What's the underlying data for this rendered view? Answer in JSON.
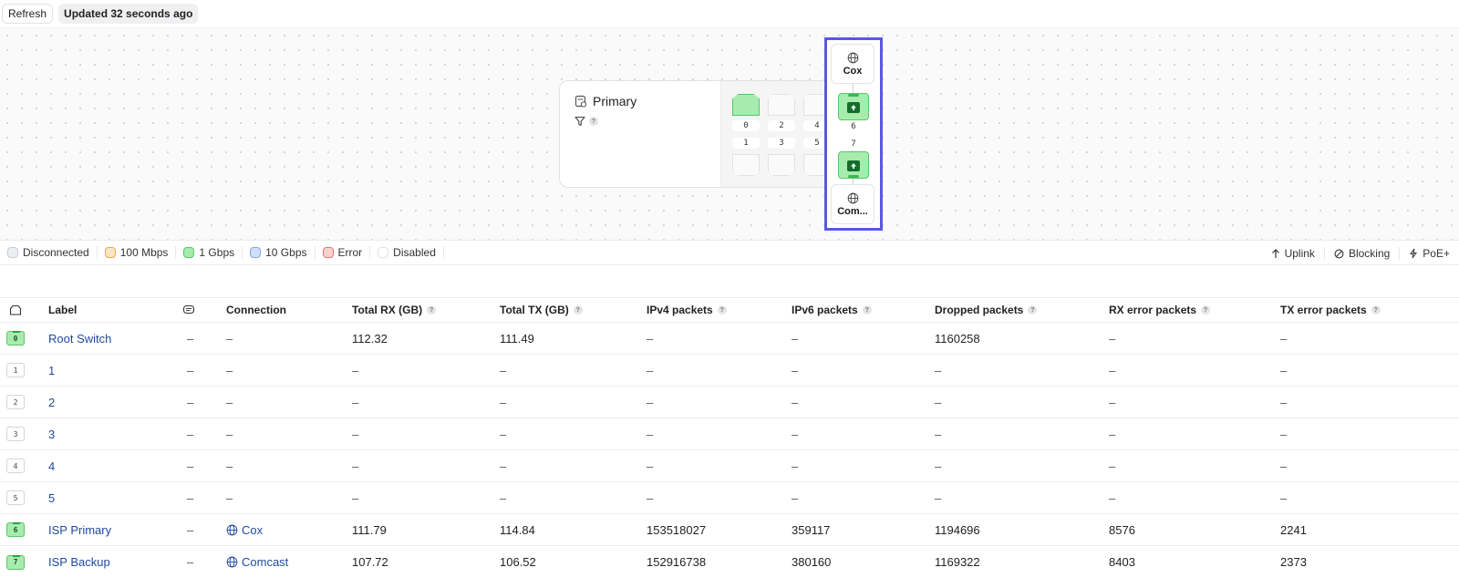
{
  "toolbar": {
    "refresh_label": "Refresh",
    "updated_text": "Updated 32 seconds ago"
  },
  "topology": {
    "switch_name": "Primary",
    "port_numbers_top": [
      "0",
      "2",
      "4"
    ],
    "port_numbers_bottom": [
      "1",
      "3",
      "5"
    ],
    "uplink_ports": [
      "6",
      "7"
    ],
    "isp_top": "Cox",
    "isp_bottom": "Com...",
    "highlight_color": "#5a57e6"
  },
  "legend": {
    "items": [
      {
        "label": "Disconnected",
        "fill": "#eceef2",
        "border": "#c9ccd3"
      },
      {
        "label": "100 Mbps",
        "fill": "#fde5c4",
        "border": "#f0a44a"
      },
      {
        "label": "1 Gbps",
        "fill": "#a7ecad",
        "border": "#58c66a"
      },
      {
        "label": "10 Gbps",
        "fill": "#cfe0ff",
        "border": "#7ea6ee"
      },
      {
        "label": "Error",
        "fill": "#ffd2d2",
        "border": "#ef7070"
      },
      {
        "label": "Disabled",
        "fill": "#ffffff",
        "border": "#e2e2e2"
      }
    ],
    "right": {
      "uplink": "Uplink",
      "blocking": "Blocking",
      "poe": "PoE+"
    }
  },
  "table": {
    "headers": {
      "label": "Label",
      "connection": "Connection",
      "total_rx": "Total RX (GB)",
      "total_tx": "Total TX (GB)",
      "ipv4": "IPv4 packets",
      "ipv6": "IPv6 packets",
      "dropped": "Dropped packets",
      "rx_err": "RX error packets",
      "tx_err": "TX error packets"
    },
    "rows": [
      {
        "port": "0",
        "label": "Root Switch",
        "col3": "–",
        "connection": "–",
        "rx": "112.32",
        "tx": "111.49",
        "ipv4": "–",
        "ipv6": "–",
        "dropped": "1160258",
        "rx_err": "–",
        "tx_err": "–"
      },
      {
        "port": "1",
        "label": "1",
        "col3": "–",
        "connection": "–",
        "rx": "–",
        "tx": "–",
        "ipv4": "–",
        "ipv6": "–",
        "dropped": "–",
        "rx_err": "–",
        "tx_err": "–"
      },
      {
        "port": "2",
        "label": "2",
        "col3": "–",
        "connection": "–",
        "rx": "–",
        "tx": "–",
        "ipv4": "–",
        "ipv6": "–",
        "dropped": "–",
        "rx_err": "–",
        "tx_err": "–"
      },
      {
        "port": "3",
        "label": "3",
        "col3": "–",
        "connection": "–",
        "rx": "–",
        "tx": "–",
        "ipv4": "–",
        "ipv6": "–",
        "dropped": "–",
        "rx_err": "–",
        "tx_err": "–"
      },
      {
        "port": "4",
        "label": "4",
        "col3": "–",
        "connection": "–",
        "rx": "–",
        "tx": "–",
        "ipv4": "–",
        "ipv6": "–",
        "dropped": "–",
        "rx_err": "–",
        "tx_err": "–"
      },
      {
        "port": "5",
        "label": "5",
        "col3": "–",
        "connection": "–",
        "rx": "–",
        "tx": "–",
        "ipv4": "–",
        "ipv6": "–",
        "dropped": "–",
        "rx_err": "–",
        "tx_err": "–"
      },
      {
        "port": "6",
        "label": "ISP Primary",
        "col3": "–",
        "connection": "Cox",
        "rx": "111.79",
        "tx": "114.84",
        "ipv4": "153518027",
        "ipv6": "359117",
        "dropped": "1194696",
        "rx_err": "8576",
        "tx_err": "2241"
      },
      {
        "port": "7",
        "label": "ISP Backup",
        "col3": "–",
        "connection": "Comcast",
        "rx": "107.72",
        "tx": "106.52",
        "ipv4": "152916738",
        "ipv6": "380160",
        "dropped": "1169322",
        "rx_err": "8403",
        "tx_err": "2373"
      }
    ]
  }
}
